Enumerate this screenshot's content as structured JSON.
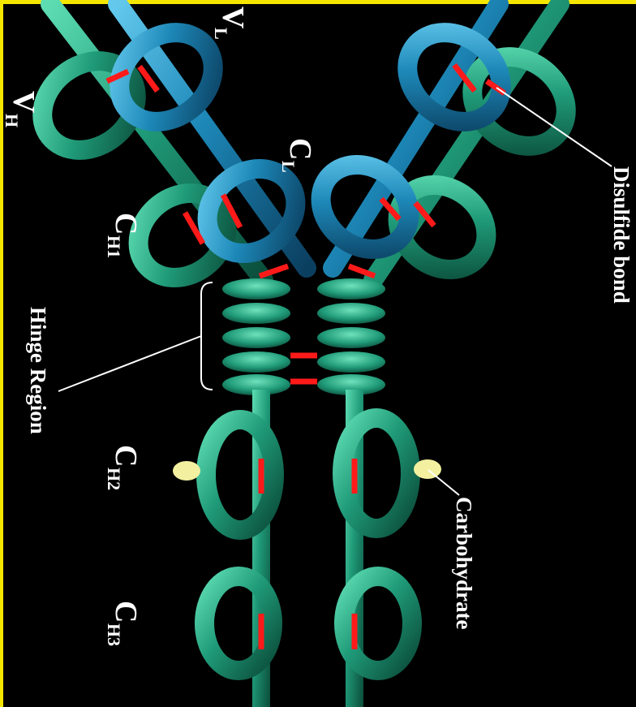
{
  "labels": {
    "vl": {
      "main": "V",
      "sub": "L"
    },
    "vh": {
      "main": "V",
      "sub": "H"
    },
    "cl": {
      "main": "C",
      "sub": "L"
    },
    "ch1": {
      "main": "C",
      "sub": "H1"
    },
    "ch2": {
      "main": "C",
      "sub": "H2"
    },
    "ch3": {
      "main": "C",
      "sub": "H3"
    },
    "hinge": "Hinge Region",
    "disulfide": "Disulfide bond",
    "carbohydrate": "Carbohydrate"
  },
  "colors": {
    "heavy_chain": "#1f9a78",
    "heavy_dark": "#0e5a44",
    "heavy_light": "#54d6ac",
    "light_chain": "#1d88b8",
    "light_dark": "#0d4a6e",
    "light_light": "#5fc2e8",
    "disulfide": "#ff1a1a",
    "carbohydrate": "#f3f0a0",
    "background": "#000000",
    "frame": "#f5e600"
  }
}
